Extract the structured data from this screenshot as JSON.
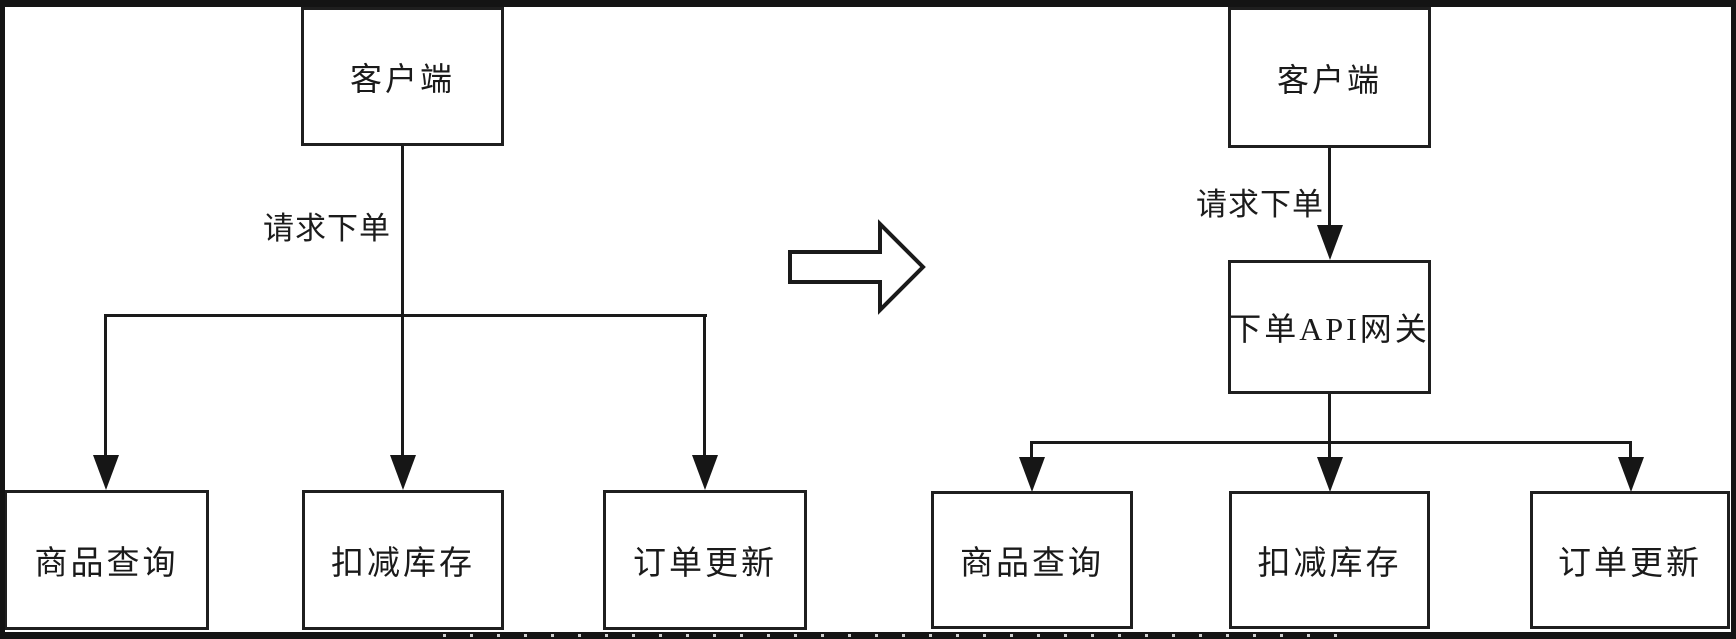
{
  "diagram": {
    "title_hint": "microservice order-flow refactor: direct client fan-out vs API gateway",
    "left": {
      "client": "客户端",
      "edge_label": "请求下单",
      "services": [
        "商品查询",
        "扣减库存",
        "订单更新"
      ]
    },
    "right": {
      "client": "客户端",
      "edge_label": "请求下单",
      "gateway": "下单API网关",
      "services": [
        "商品查询",
        "扣减库存",
        "订单更新"
      ]
    }
  },
  "colors": {
    "background": "#ffffff",
    "line": "#1a1a1a",
    "box_border": "#1f1f1f",
    "frame": "#141414"
  }
}
